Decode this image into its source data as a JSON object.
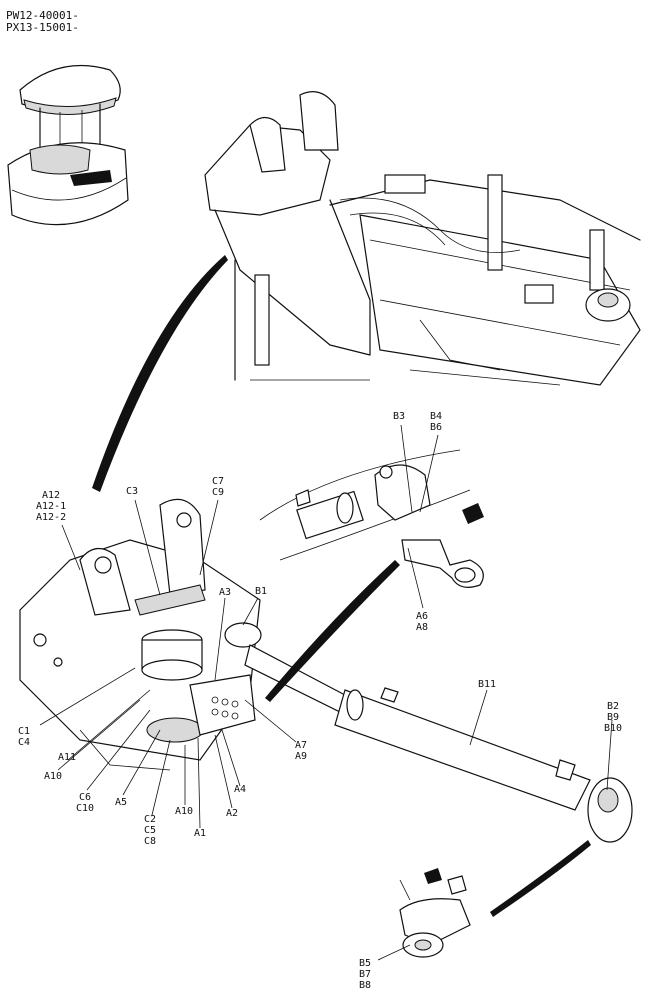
{
  "header": {
    "serials": [
      "PW12-40001-",
      "PX13-15001-"
    ]
  },
  "callouts": [
    {
      "id": "A12",
      "lines": [
        "A12",
        "A12-1",
        "A12-2"
      ]
    },
    {
      "id": "C3",
      "lines": [
        "C3"
      ]
    },
    {
      "id": "C7",
      "lines": [
        "C7",
        "C9"
      ]
    },
    {
      "id": "A3",
      "lines": [
        "A3"
      ]
    },
    {
      "id": "B1",
      "lines": [
        "B1"
      ]
    },
    {
      "id": "B3",
      "lines": [
        "B3"
      ]
    },
    {
      "id": "B4",
      "lines": [
        "B4",
        "B6"
      ]
    },
    {
      "id": "A6",
      "lines": [
        "A6",
        "A8"
      ]
    },
    {
      "id": "B11",
      "lines": [
        "B11"
      ]
    },
    {
      "id": "B2",
      "lines": [
        "B2",
        "B9",
        "B10"
      ]
    },
    {
      "id": "C1",
      "lines": [
        "C1",
        "C4"
      ]
    },
    {
      "id": "A11",
      "lines": [
        "A11"
      ]
    },
    {
      "id": "A10a",
      "lines": [
        "A10"
      ]
    },
    {
      "id": "C6",
      "lines": [
        "C6",
        "C10"
      ]
    },
    {
      "id": "A5",
      "lines": [
        "A5"
      ]
    },
    {
      "id": "C2",
      "lines": [
        "C2",
        "C5",
        "C8"
      ]
    },
    {
      "id": "A10b",
      "lines": [
        "A10"
      ]
    },
    {
      "id": "A1",
      "lines": [
        "A1"
      ]
    },
    {
      "id": "A2",
      "lines": [
        "A2"
      ]
    },
    {
      "id": "A4",
      "lines": [
        "A4"
      ]
    },
    {
      "id": "A7",
      "lines": [
        "A7",
        "A9"
      ]
    },
    {
      "id": "B5",
      "lines": [
        "B5",
        "B7",
        "B8"
      ]
    }
  ]
}
